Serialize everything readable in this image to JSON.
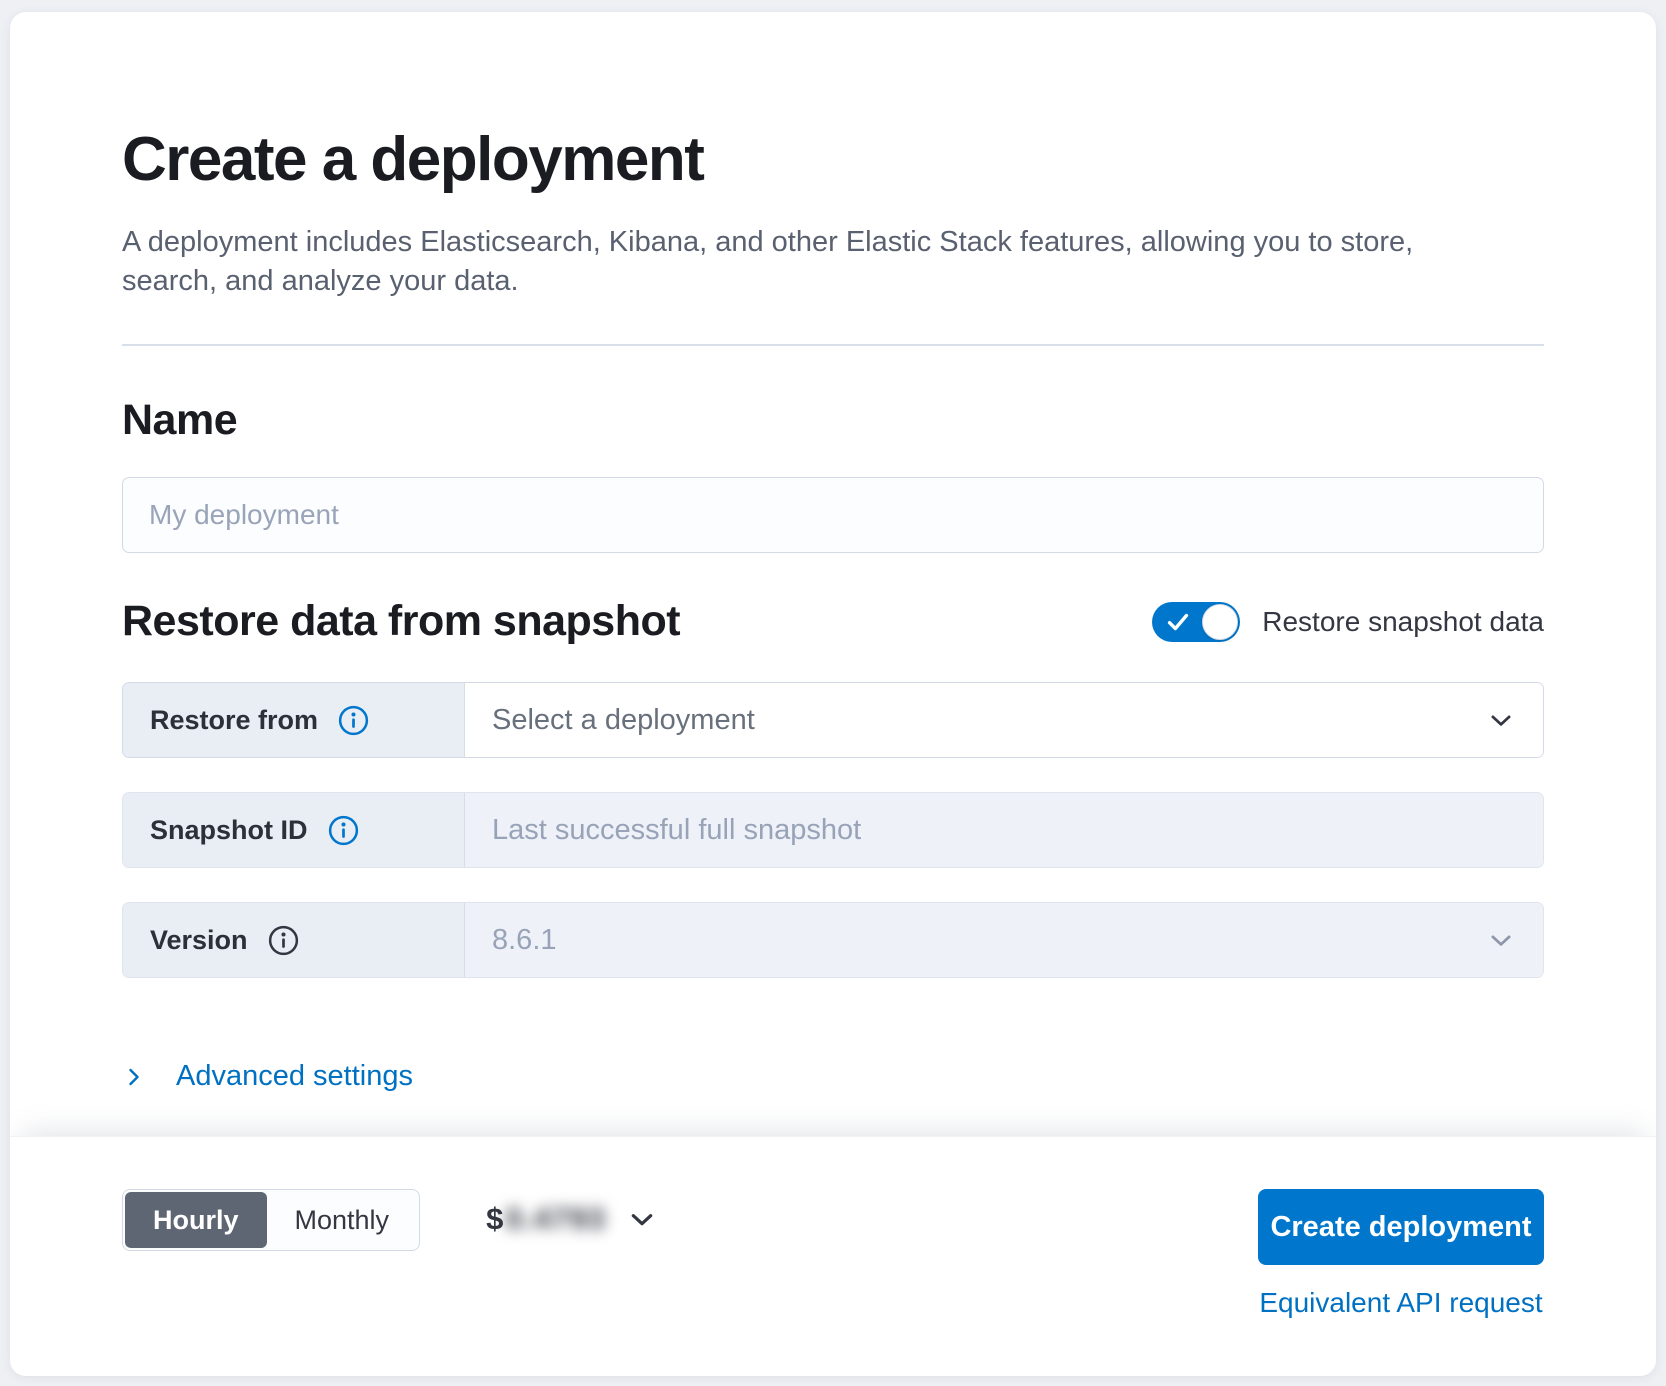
{
  "header": {
    "title": "Create a deployment",
    "subtitle": "A deployment includes Elasticsearch, Kibana, and other Elastic Stack features, allowing you to store, search, and analyze your data."
  },
  "name_section": {
    "heading": "Name",
    "input_placeholder": "My deployment"
  },
  "snapshot_section": {
    "heading": "Restore data from snapshot",
    "toggle_label": "Restore snapshot data",
    "toggle_state": "on",
    "rows": [
      {
        "label": "Restore from",
        "icon": "info-icon",
        "value": "Select a deployment",
        "control": "select",
        "enabled": true
      },
      {
        "label": "Snapshot ID",
        "icon": "info-icon",
        "placeholder": "Last successful full snapshot",
        "control": "text",
        "enabled": false
      },
      {
        "label": "Version",
        "icon": "info-icon",
        "value": "8.6.1",
        "control": "select",
        "enabled": false
      }
    ],
    "advanced_link": "Advanced settings"
  },
  "footer": {
    "billing_options": [
      "Hourly",
      "Monthly"
    ],
    "billing_selected": "Hourly",
    "price_currency": "$",
    "price_amount": "0.4793",
    "price_blurred": true,
    "create_button_label": "Create deployment",
    "api_link_label": "Equivalent API request"
  },
  "colors": {
    "primary": "#0077CC",
    "link": "#0071C2",
    "billing_selected_bg": "#5E6573",
    "toggle_on": "#0077CC",
    "page_bg": "#EEF0F4"
  }
}
